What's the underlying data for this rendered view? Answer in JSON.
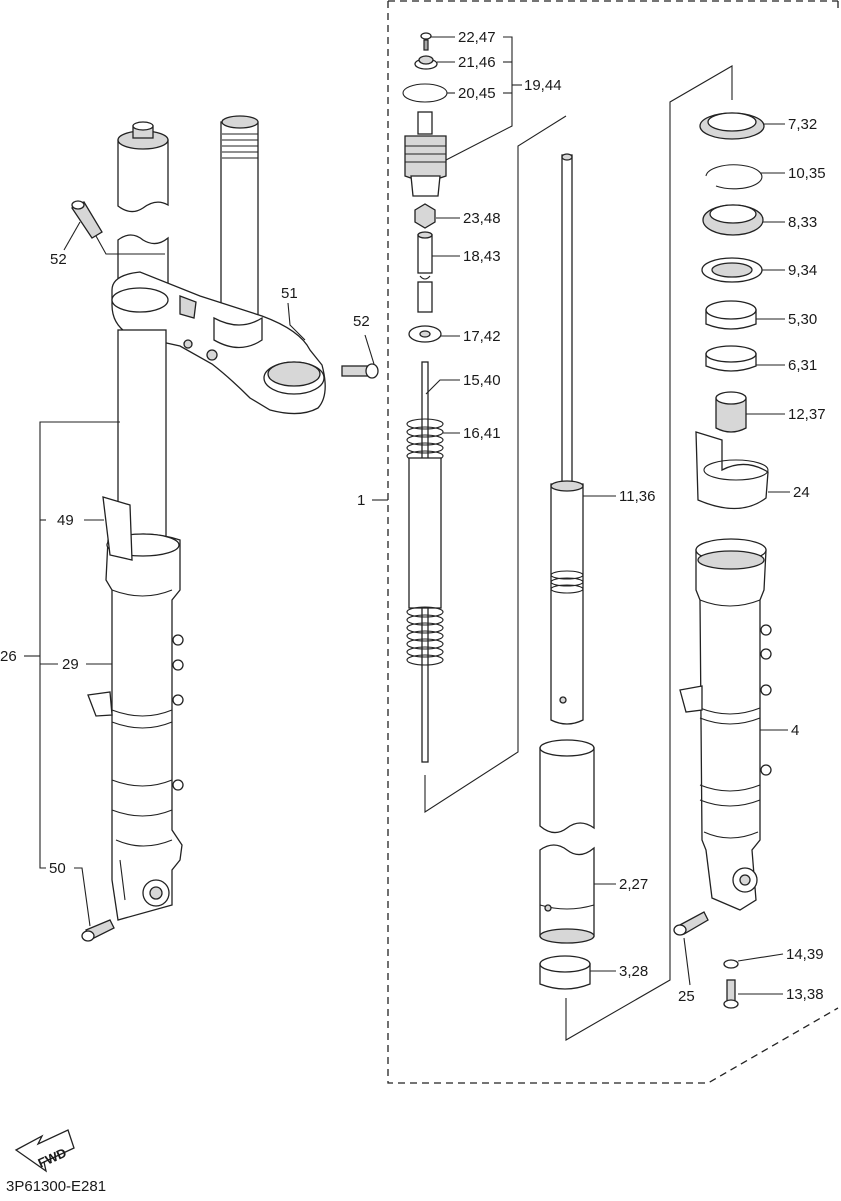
{
  "diagram": {
    "labels": [
      {
        "id": "22_47",
        "text": "22,47"
      },
      {
        "id": "21_46",
        "text": "21,46"
      },
      {
        "id": "20_45",
        "text": "20,45"
      },
      {
        "id": "19_44",
        "text": "19,44"
      },
      {
        "id": "23_48",
        "text": "23,48"
      },
      {
        "id": "18_43",
        "text": "18,43"
      },
      {
        "id": "17_42",
        "text": "17,42"
      },
      {
        "id": "15_40",
        "text": "15,40"
      },
      {
        "id": "16_41",
        "text": "16,41"
      },
      {
        "id": "11_36",
        "text": "11,36"
      },
      {
        "id": "2_27",
        "text": "2,27"
      },
      {
        "id": "3_28",
        "text": "3,28"
      },
      {
        "id": "7_32",
        "text": "7,32"
      },
      {
        "id": "10_35",
        "text": "10,35"
      },
      {
        "id": "8_33",
        "text": "8,33"
      },
      {
        "id": "9_34",
        "text": "9,34"
      },
      {
        "id": "5_30",
        "text": "5,30"
      },
      {
        "id": "6_31",
        "text": "6,31"
      },
      {
        "id": "12_37",
        "text": "12,37"
      },
      {
        "id": "24",
        "text": "24"
      },
      {
        "id": "4",
        "text": "4"
      },
      {
        "id": "14_39",
        "text": "14,39"
      },
      {
        "id": "13_38",
        "text": "13,38"
      },
      {
        "id": "25",
        "text": "25"
      },
      {
        "id": "52a",
        "text": "52"
      },
      {
        "id": "51",
        "text": "51"
      },
      {
        "id": "52b",
        "text": "52"
      },
      {
        "id": "1",
        "text": "1"
      },
      {
        "id": "49",
        "text": "49"
      },
      {
        "id": "26",
        "text": "26"
      },
      {
        "id": "29",
        "text": "29"
      },
      {
        "id": "50",
        "text": "50"
      }
    ],
    "fwd_badge": "FWD",
    "diagram_code": "3P61300-E281"
  }
}
